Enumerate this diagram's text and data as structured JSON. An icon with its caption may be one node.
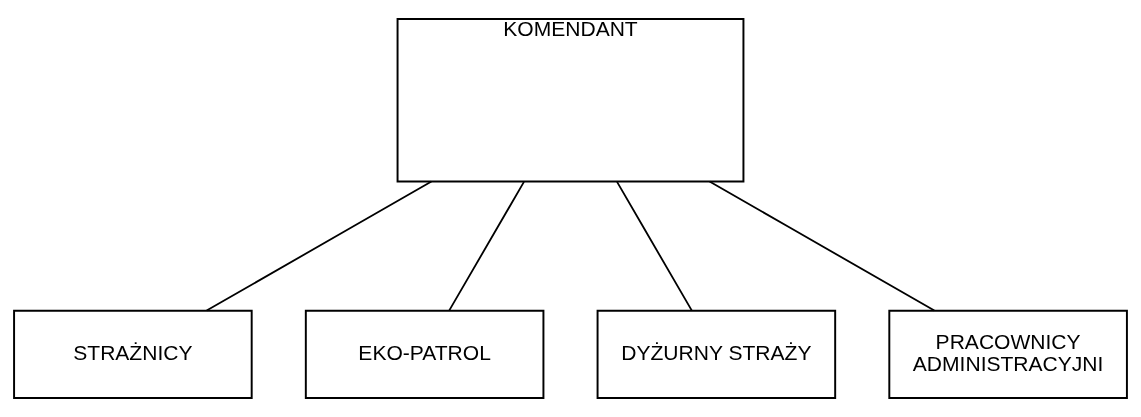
{
  "diagram": {
    "nodes": [
      {
        "text": [
          "KOMENDANT"
        ]
      },
      {
        "text": [
          "STRAŻNICY"
        ]
      },
      {
        "text": [
          "EKO-PATROL"
        ]
      },
      {
        "text": [
          "DYŻURNY STRAŻY"
        ]
      },
      {
        "text": [
          "PRACOWNICY ADMINISTRACYJNI"
        ]
      }
    ],
    "edges": [
      {
        "from": 0,
        "to": 1,
        "arrow": "none"
      },
      {
        "from": 0,
        "to": 2,
        "arrow": "none"
      },
      {
        "from": 0,
        "to": 3,
        "arrow": "none"
      },
      {
        "from": 0,
        "to": 4,
        "arrow": "none"
      }
    ]
  }
}
